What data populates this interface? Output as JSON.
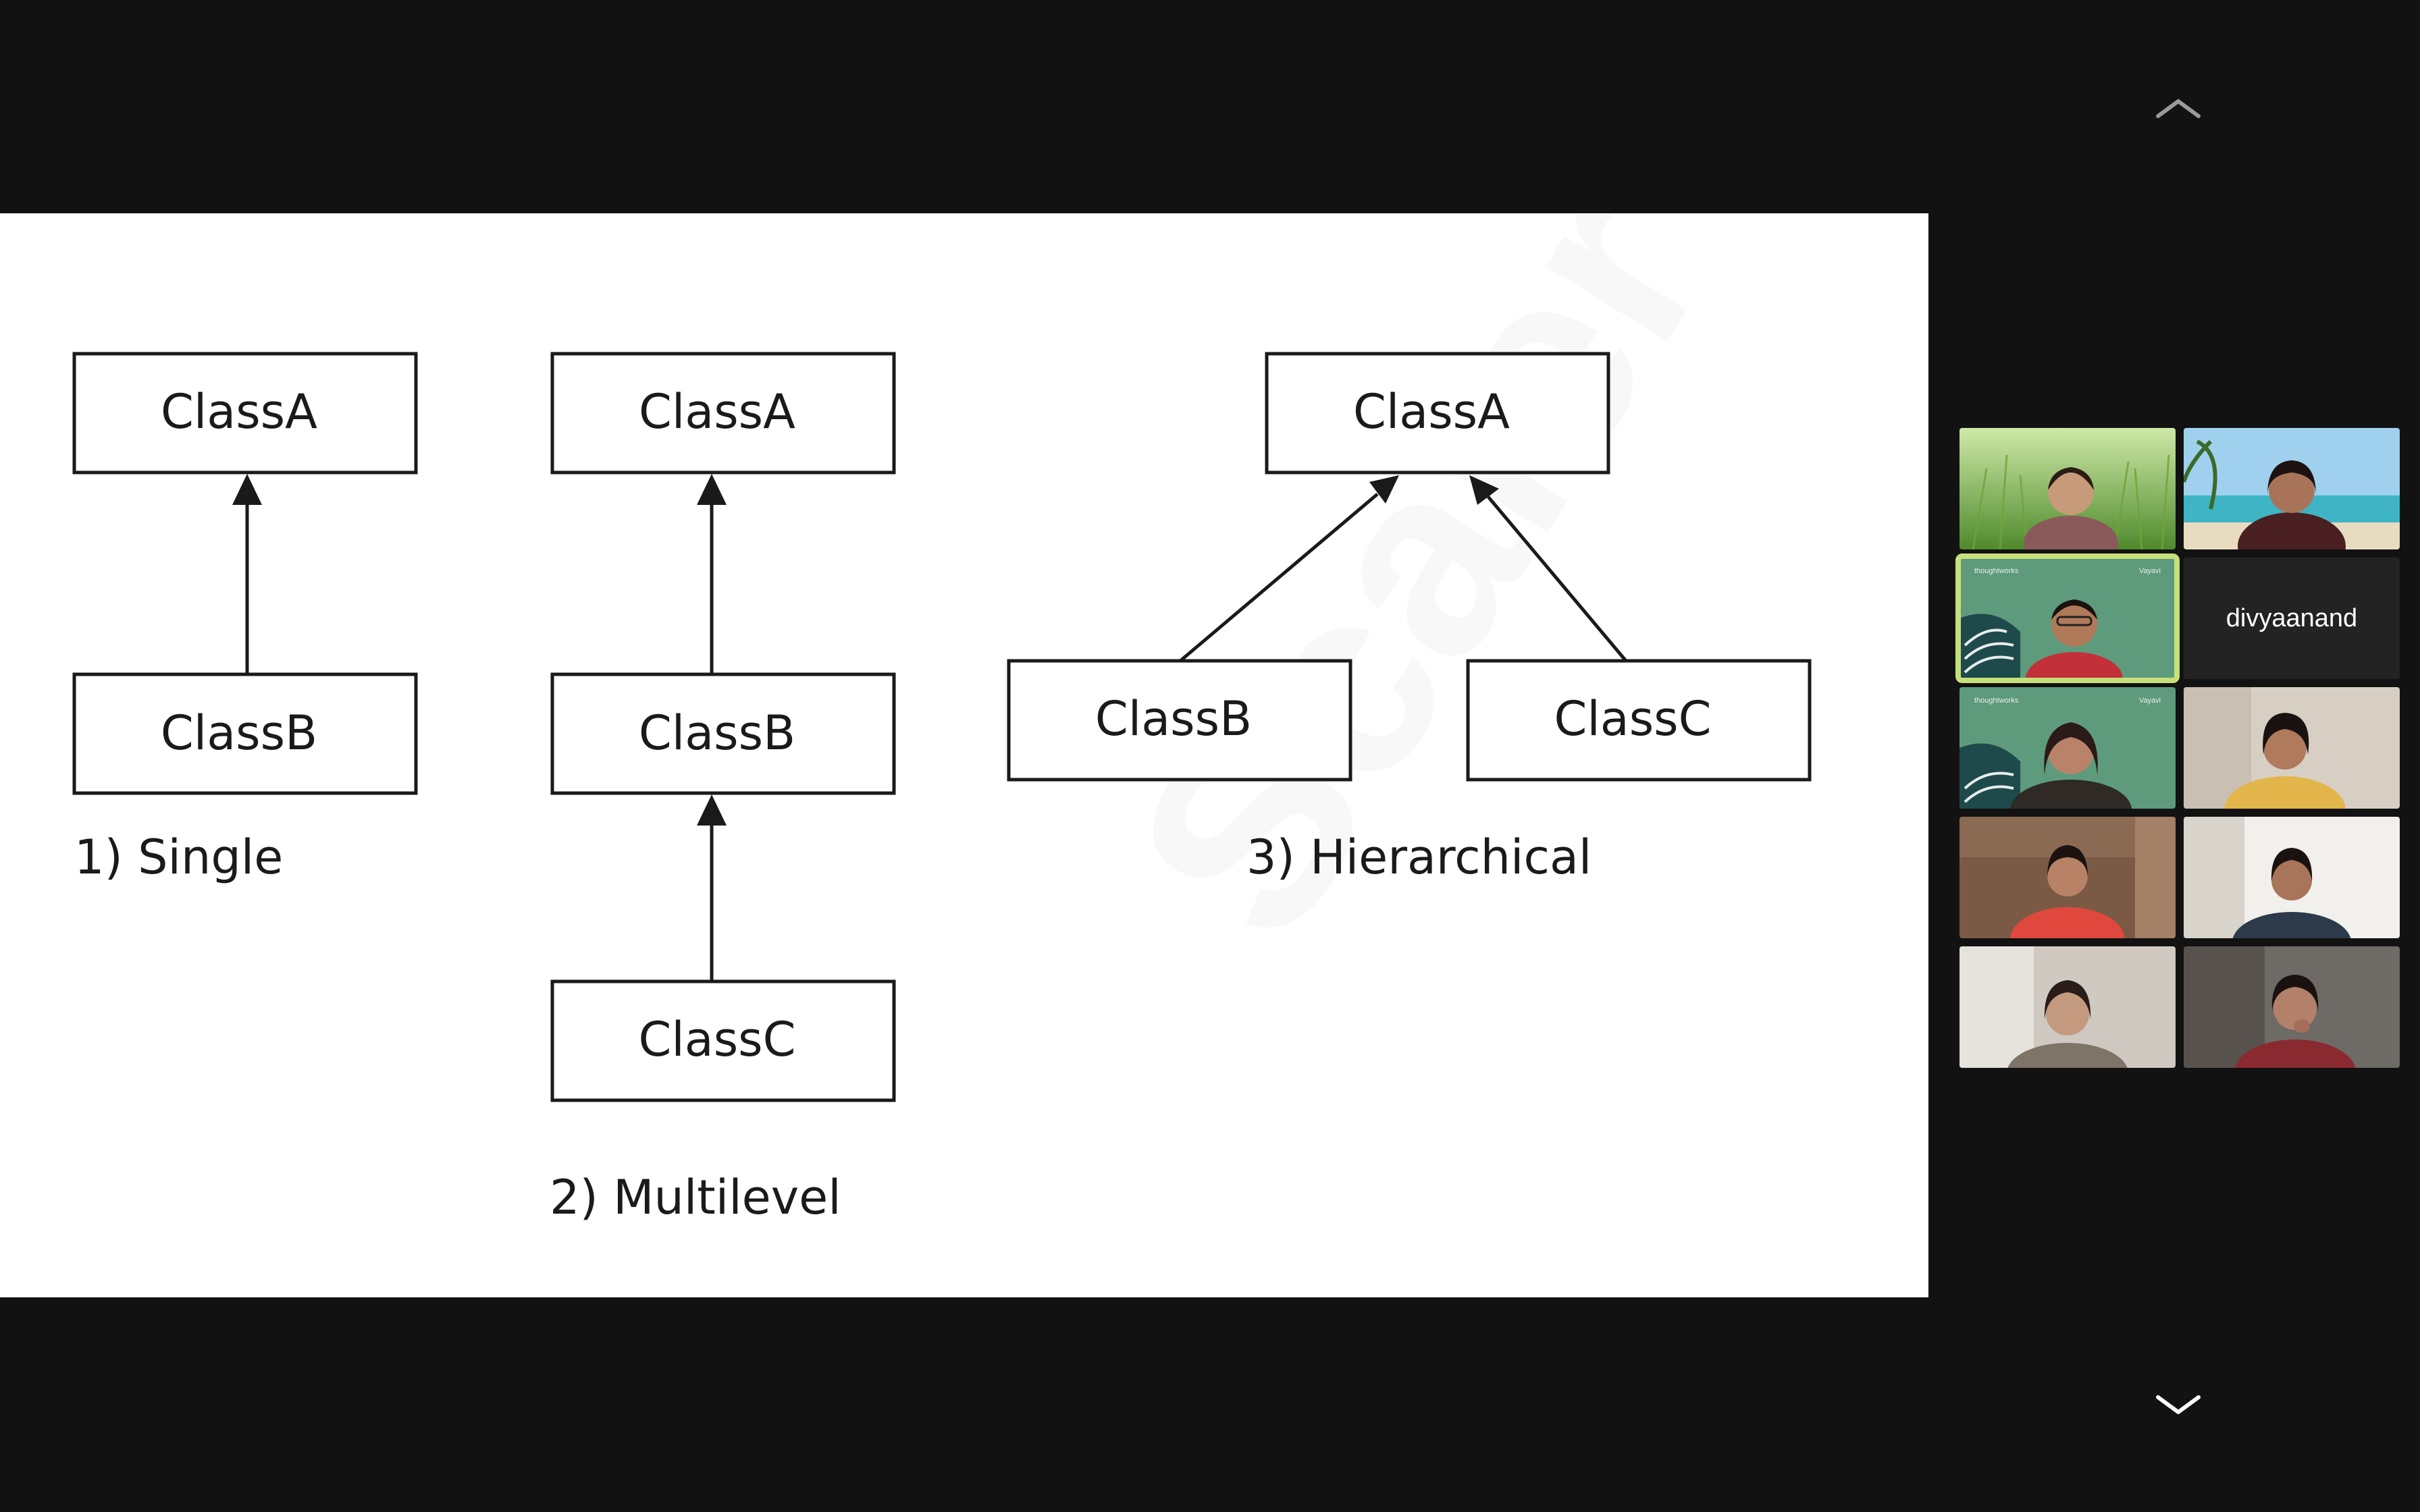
{
  "shared_screen": {
    "diagram": {
      "single": {
        "parent": "ClassA",
        "child": "ClassB",
        "caption": "1)  Single"
      },
      "multilevel": {
        "top": "ClassA",
        "middle": "ClassB",
        "bottom": "ClassC",
        "caption": "2) Multilevel"
      },
      "hierarchical": {
        "parent": "ClassA",
        "left_child": "ClassB",
        "right_child": "ClassC",
        "caption": "3) Hierarchical"
      }
    }
  },
  "gallery": {
    "scroll_up_icon": "chevron-up-icon",
    "scroll_down_icon": "chevron-down-icon",
    "active_speaker_color": "#c8e07a",
    "tiles": [
      {
        "type": "video",
        "background": "grass"
      },
      {
        "type": "video",
        "background": "beach"
      },
      {
        "type": "video",
        "background": "green-brand",
        "active": true,
        "bg_label_left": "thoughtworks",
        "bg_label_right": "Vayavi"
      },
      {
        "type": "name",
        "label": "divyaanand"
      },
      {
        "type": "video",
        "background": "green-brand",
        "bg_label_left": "thoughtworks",
        "bg_label_right": "Vayavi"
      },
      {
        "type": "video",
        "background": "room-beige"
      },
      {
        "type": "video",
        "background": "room-wood"
      },
      {
        "type": "video",
        "background": "room-white"
      },
      {
        "type": "video",
        "background": "room-blur"
      },
      {
        "type": "video",
        "background": "room-dim"
      }
    ]
  }
}
